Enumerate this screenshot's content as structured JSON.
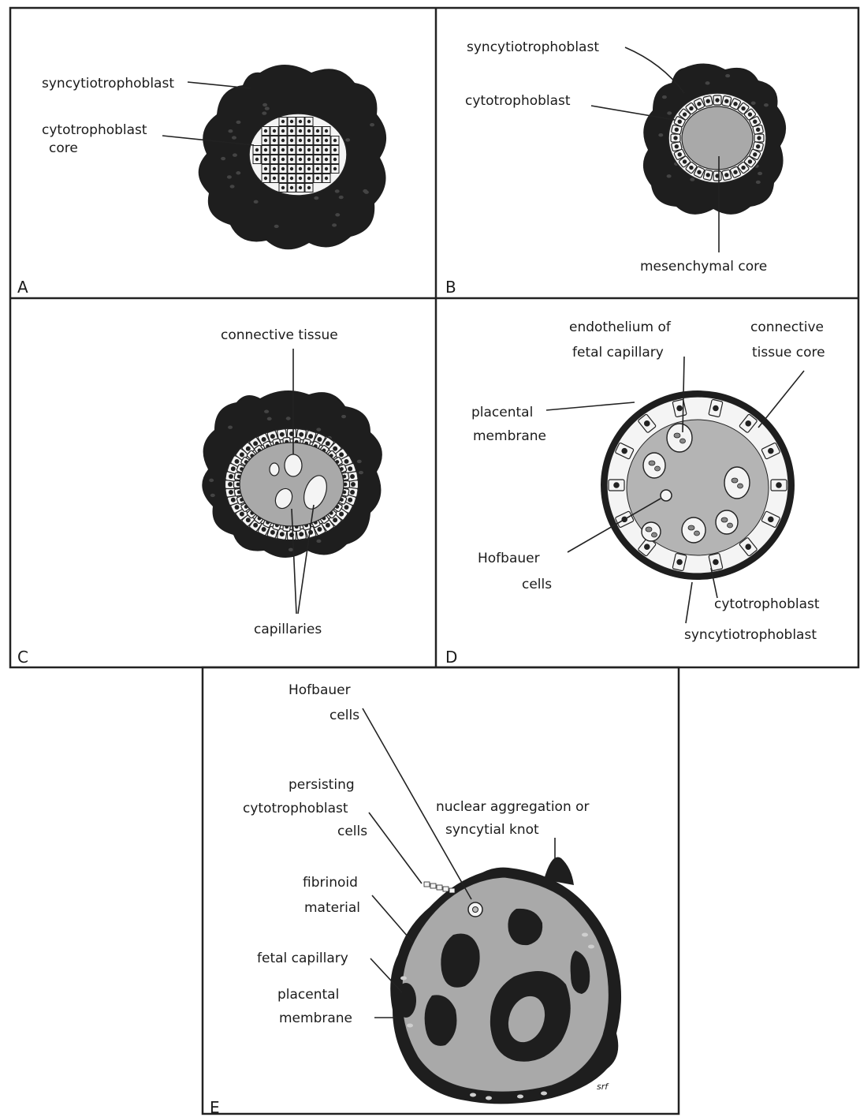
{
  "panels": {
    "A": {
      "letter": "A",
      "labels": {
        "syncytiotrophoblast": "syncytiotrophoblast",
        "cytotrophoblast_core_1": "cytotrophoblast",
        "cytotrophoblast_core_2": "core"
      }
    },
    "B": {
      "letter": "B",
      "labels": {
        "syncytiotrophoblast": "syncytiotrophoblast",
        "cytotrophoblast": "cytotrophoblast",
        "mesenchymal_core": "mesenchymal core"
      }
    },
    "C": {
      "letter": "C",
      "labels": {
        "connective_tissue": "connective tissue",
        "capillaries": "capillaries"
      }
    },
    "D": {
      "letter": "D",
      "labels": {
        "endothelium_1": "endothelium of",
        "endothelium_2": "fetal capillary",
        "connective_core_1": "connective",
        "connective_core_2": "tissue core",
        "placental_membrane_1": "placental",
        "placental_membrane_2": "membrane",
        "hofbauer_1": "Hofbauer",
        "hofbauer_2": "cells",
        "cytotrophoblast": "cytotrophoblast",
        "syncytiotrophoblast": "syncytiotrophoblast"
      }
    },
    "E": {
      "letter": "E",
      "labels": {
        "hofbauer_1": "Hofbauer",
        "hofbauer_2": "cells",
        "persisting_1": "persisting",
        "persisting_2": "cytotrophoblast",
        "persisting_3": "cells",
        "nuclear_1": "nuclear aggregation or",
        "nuclear_2": "syncytial knot",
        "fibrinoid_1": "fibrinoid",
        "fibrinoid_2": "material",
        "fetal_capillary": "fetal capillary",
        "placental_membrane_1": "placental",
        "placental_membrane_2": "membrane",
        "initials": "srf"
      }
    }
  },
  "colors": {
    "syncytium": "#1e1e1e",
    "core": "#a9a9a9",
    "cell": "#f4f4f4",
    "line": "#222222"
  }
}
